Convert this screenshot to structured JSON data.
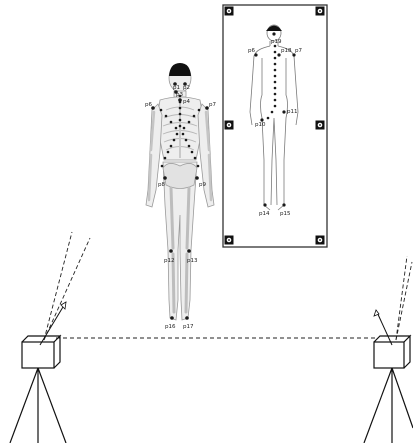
{
  "figure": {
    "skeleton_markers": [
      {
        "id": "p1",
        "label": "p1"
      },
      {
        "id": "p2",
        "label": "p2"
      },
      {
        "id": "p3",
        "label": "p3"
      },
      {
        "id": "p4",
        "label": "p4"
      },
      {
        "id": "p6",
        "label": "p6"
      },
      {
        "id": "p7",
        "label": "p7"
      },
      {
        "id": "p8",
        "label": "p8"
      },
      {
        "id": "p9",
        "label": "p9"
      },
      {
        "id": "p12",
        "label": "p12"
      },
      {
        "id": "p13",
        "label": "p13"
      },
      {
        "id": "p16",
        "label": "p16"
      },
      {
        "id": "p17",
        "label": "p17"
      }
    ],
    "panel_markers": [
      {
        "id": "p19",
        "label": "p19"
      },
      {
        "id": "p6",
        "label": "p6"
      },
      {
        "id": "p18",
        "label": "p18"
      },
      {
        "id": "p7",
        "label": "p7"
      },
      {
        "id": "p11",
        "label": "p11"
      },
      {
        "id": "p10",
        "label": "p10"
      },
      {
        "id": "p14",
        "label": "p14"
      },
      {
        "id": "p15",
        "label": "p15"
      }
    ],
    "colors": {
      "marker": "#1a1a1a",
      "bone": "#d9d9d9",
      "outline": "#8a8a8a",
      "line": "#222222"
    }
  }
}
